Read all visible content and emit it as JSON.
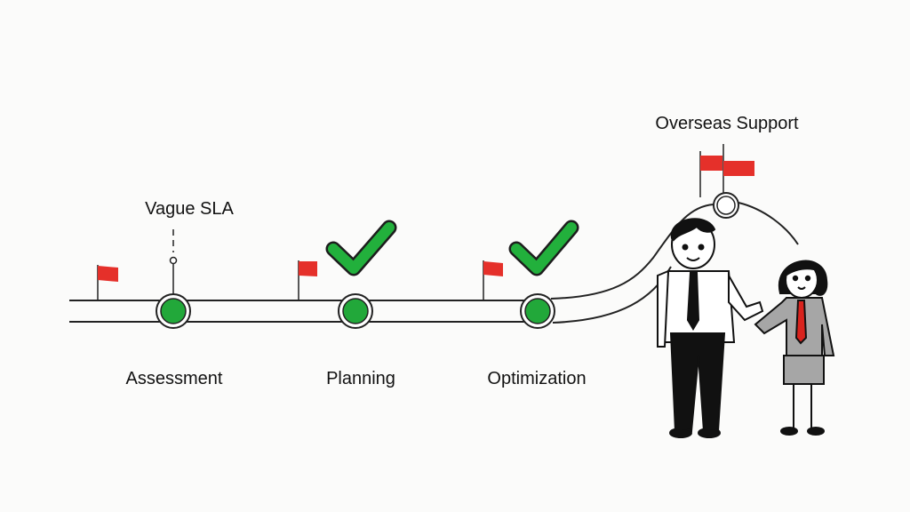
{
  "milestones": [
    {
      "label": "Assessment",
      "status": "complete",
      "checkmark": false
    },
    {
      "label": "Planning",
      "status": "complete",
      "checkmark": true
    },
    {
      "label": "Optimization",
      "status": "complete",
      "checkmark": true
    }
  ],
  "annotation": {
    "label": "Vague SLA"
  },
  "destination": {
    "label": "Overseas Support",
    "status": "open"
  },
  "colors": {
    "node": "#22a83a",
    "flag": "#e5302a",
    "check": "#22b03c",
    "line": "#222222",
    "suit": "#a6a6a6",
    "tie_woman": "#d9231d"
  },
  "icons": [
    "red-flag-icon",
    "checkmark-icon",
    "milestone-node-icon",
    "handshake-people-illustration"
  ]
}
